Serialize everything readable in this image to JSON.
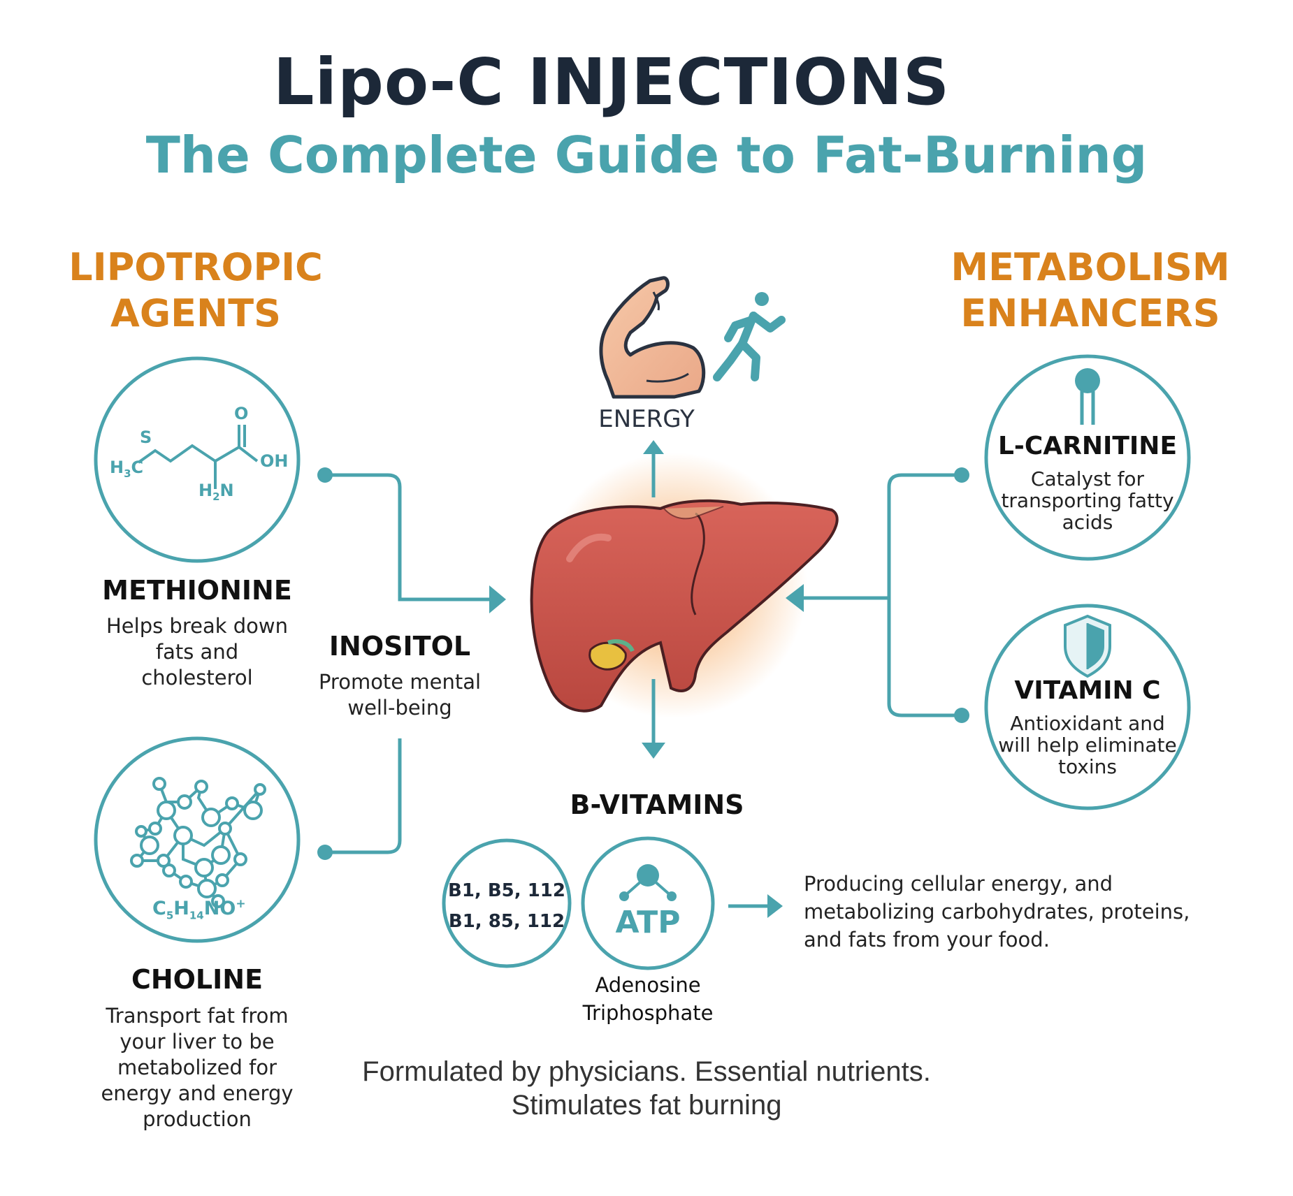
{
  "title": {
    "main": "Lipo-C INJECTIONS",
    "sub": "The Complete Guide to Fat-Burning"
  },
  "left_section": {
    "heading_line1": "LIPOTROPIC",
    "heading_line2": "AGENTS",
    "methionine": {
      "name": "METHIONINE",
      "desc": [
        "Helps break down",
        "fats and",
        "cholesterol"
      ],
      "formula": {
        "s": "S",
        "o": "O",
        "oh": "OH",
        "h3c": "H",
        "h3c_sub": "3",
        "h3c_c": "C",
        "h2n": "H",
        "h2n_sub": "2",
        "h2n_n": "N"
      }
    },
    "choline": {
      "name": "CHOLINE",
      "desc": [
        "Transport fat from",
        "your liver to be",
        "metabolized for",
        "energy and energy",
        "production"
      ],
      "formula": {
        "c": "C",
        "c_sub": "5",
        "h": "H",
        "h_sub": "14",
        "no": "NO",
        "sup": "+"
      }
    }
  },
  "inositol": {
    "name": "INOSITOL",
    "desc": [
      "Promote mental",
      "well-being"
    ]
  },
  "center": {
    "energy_label": "ENERGY"
  },
  "right_section": {
    "heading_line1": "METABOLISM",
    "heading_line2": "ENHANCERS",
    "l_carnitine": {
      "name": "L-CARNITINE",
      "desc": [
        "Catalyst for",
        "transporting fatty",
        "acids"
      ]
    },
    "vitamin_c": {
      "name": "VITAMIN C",
      "desc": [
        "Antioxidant and",
        "will help eliminate",
        "toxins"
      ]
    }
  },
  "b_vitamins": {
    "name": "B-VITAMINS",
    "circle_line1": "B1, B5, 112",
    "circle_line2": "B1, 85, 112",
    "atp_label": "ATP",
    "atp_caption": [
      "Adenosine",
      "Triphosphate"
    ],
    "desc": [
      "Producing cellular energy, and",
      "metabolizing carbohydrates, proteins,",
      "and fats from your food."
    ]
  },
  "footer": {
    "line1": "Formulated by physicians. Essential nutrients.",
    "line2": "Stimulates fat burning"
  },
  "colors": {
    "teal": "#4aa3ad",
    "orange": "#d9821c",
    "navy": "#1c2838",
    "liver": "#c0504a"
  }
}
